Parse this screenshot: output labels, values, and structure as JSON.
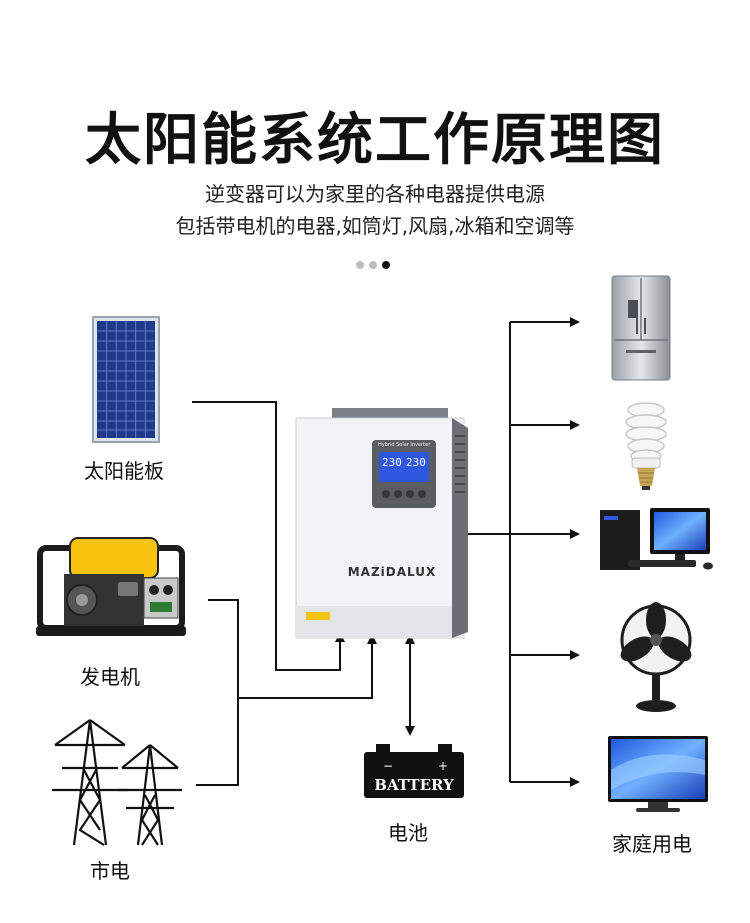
{
  "title": "太阳能系统工作原理图",
  "subtitle": {
    "line1": "逆变器可以为家里的各种电器提供电源",
    "line2": "包括带电机的电器,如筒灯,风扇,冰箱和空调等"
  },
  "pager": {
    "total": 3,
    "active": 3,
    "colors": {
      "inactive": "#bdbdbd",
      "active": "#111111"
    }
  },
  "sources": {
    "solar_panel": "太阳能板",
    "generator": "发电机",
    "grid": "市电"
  },
  "inverter": {
    "brand": "MAZiDALUX",
    "lcd_header": "Hybrid Solar Inverter",
    "lcd_value_left": "230",
    "lcd_value_right": "230"
  },
  "battery": {
    "icon_text": "BATTERY",
    "label": "电池"
  },
  "loads": {
    "label": "家庭用电",
    "items": [
      "refrigerator-icon",
      "light-bulb-icon",
      "computer-icon",
      "fan-icon",
      "tv-icon"
    ]
  },
  "colors": {
    "line": "#111111",
    "inverter_body": "#f2f3f5",
    "inverter_side": "#6b6f75",
    "lcd": "#2f57e0",
    "solar_cell": "#1f3a8a",
    "generator_yellow": "#f6c30f"
  }
}
